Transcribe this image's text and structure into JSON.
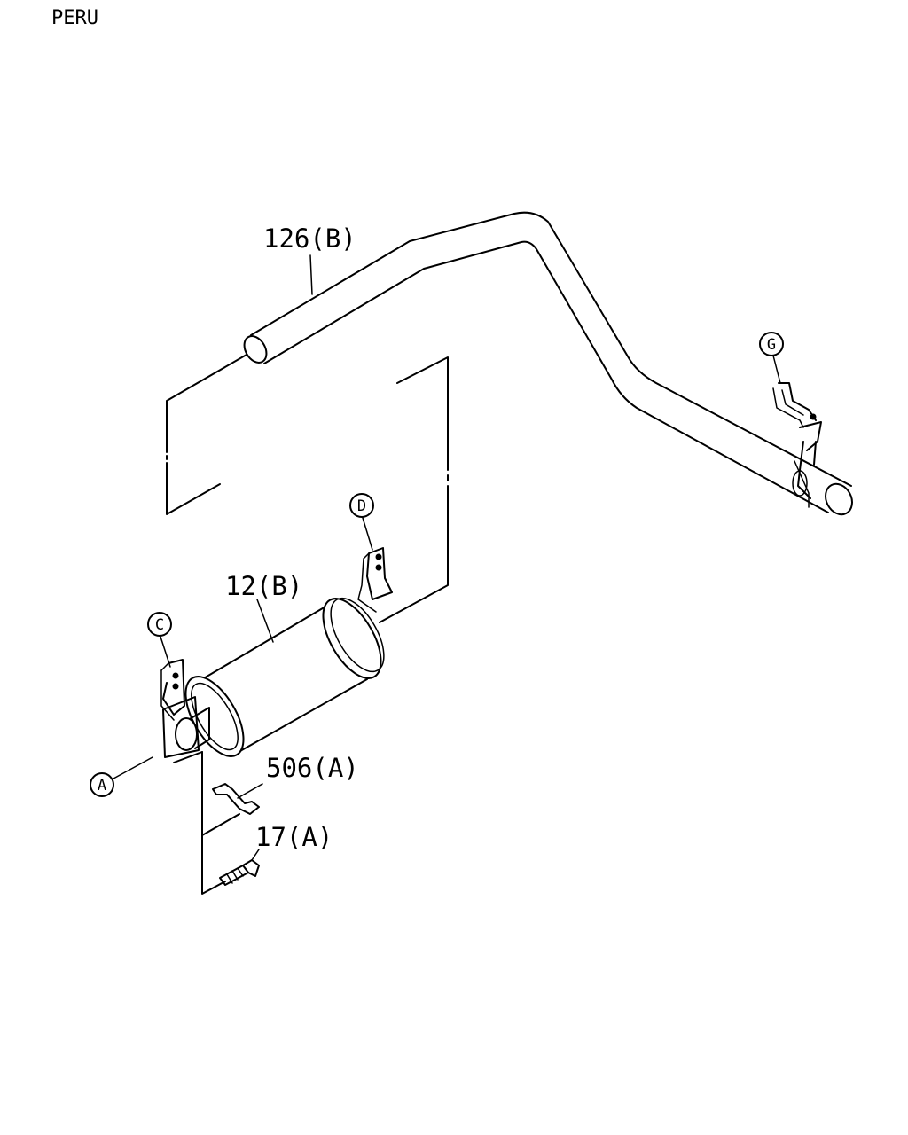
{
  "region_label": "PERU",
  "parts": {
    "tail_pipe": "126(B)",
    "silencer": "12(B)",
    "bolt_a": "506(A)",
    "bolt_b": "17(A)"
  },
  "callouts": {
    "a": "A",
    "c": "C",
    "d": "D",
    "g": "G"
  }
}
